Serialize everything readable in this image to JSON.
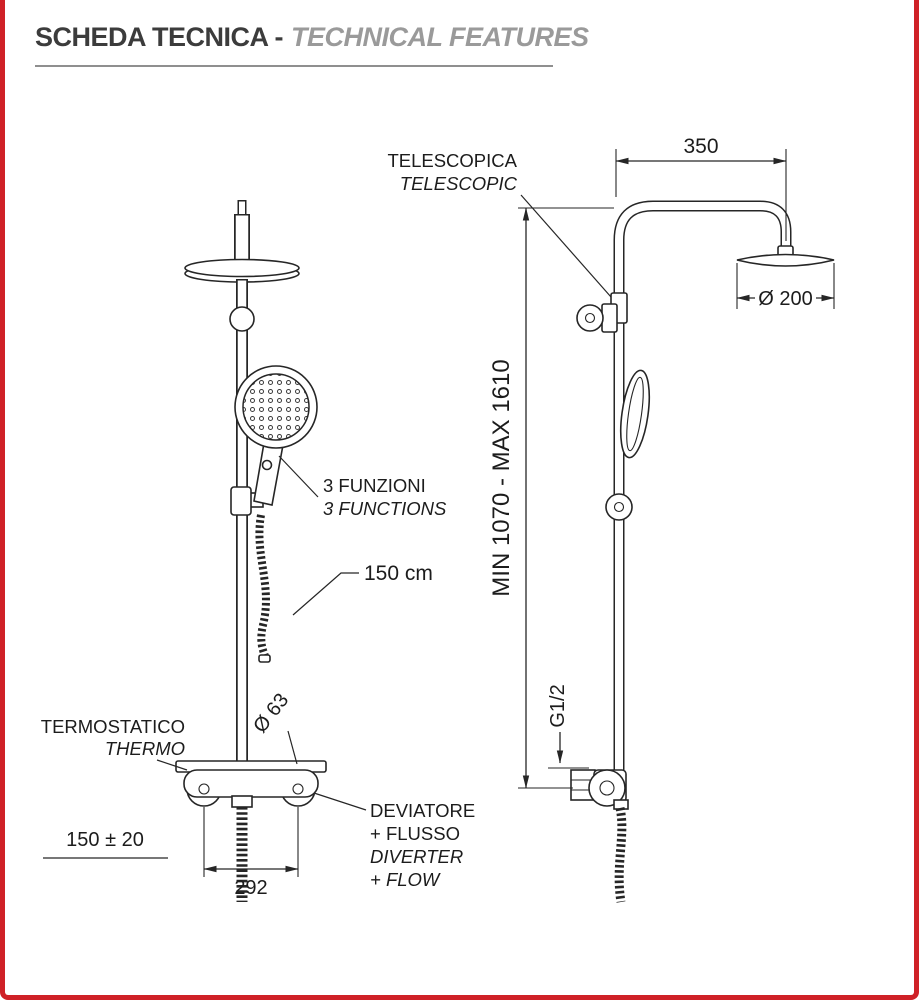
{
  "colors": {
    "border": "#cf2127",
    "line": "#262626",
    "muted": "#9a9a9a",
    "title": "#3c3c3c"
  },
  "header": {
    "title_it": "SCHEDA TECNICA -",
    "title_en": "TECHNICAL FEATURES"
  },
  "front_view": {
    "thermo_label_it": "TERMOSTATICO",
    "thermo_label_en": "THERMO",
    "functions_label_it": "3 FUNZIONI",
    "functions_label_en": "3 FUNCTIONS",
    "hose_length": "150 cm",
    "knob_diameter": "Ø 63",
    "wall_distance": "150 ± 20",
    "body_width": "292",
    "diverter_label": [
      "DEVIATORE",
      "+ FLUSSO",
      "DIVERTER",
      "+ FLOW"
    ]
  },
  "side_view": {
    "telescopic_label_it": "TELESCOPICA",
    "telescopic_label_en": "TELESCOPIC",
    "arm_length": "350",
    "head_diameter": "Ø 200",
    "height_range": "MIN 1070 - MAX 1610",
    "thread_size": "G1/2"
  }
}
